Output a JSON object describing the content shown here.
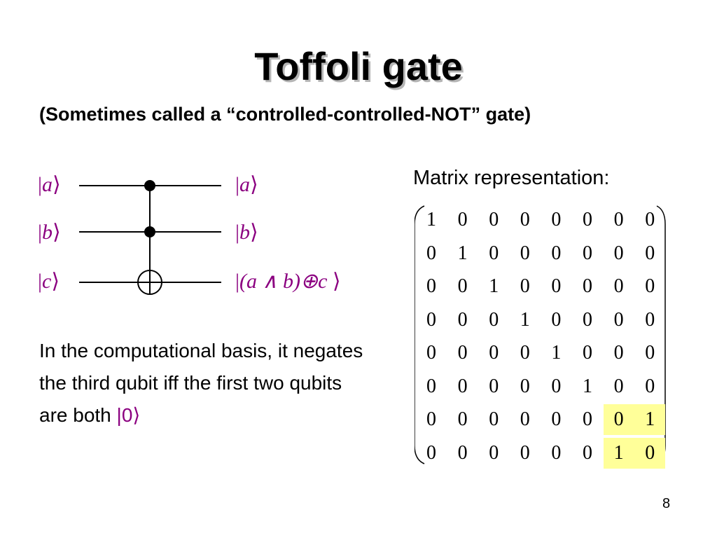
{
  "slide": {
    "title": "Toffoli gate",
    "subtitle": "(Sometimes called a “controlled-controlled-NOT” gate)",
    "page_number": "8"
  },
  "circuit": {
    "inputs": [
      "a",
      "b",
      "c"
    ],
    "outputs": [
      "a",
      "b",
      "(a ∧ b)⊕c"
    ]
  },
  "matrix": {
    "label": "Matrix representation:",
    "rows": [
      [
        "1",
        "0",
        "0",
        "0",
        "0",
        "0",
        "0",
        "0"
      ],
      [
        "0",
        "1",
        "0",
        "0",
        "0",
        "0",
        "0",
        "0"
      ],
      [
        "0",
        "0",
        "1",
        "0",
        "0",
        "0",
        "0",
        "0"
      ],
      [
        "0",
        "0",
        "0",
        "1",
        "0",
        "0",
        "0",
        "0"
      ],
      [
        "0",
        "0",
        "0",
        "0",
        "1",
        "0",
        "0",
        "0"
      ],
      [
        "0",
        "0",
        "0",
        "0",
        "0",
        "1",
        "0",
        "0"
      ],
      [
        "0",
        "0",
        "0",
        "0",
        "0",
        "0",
        "0",
        "1"
      ],
      [
        "0",
        "0",
        "0",
        "0",
        "0",
        "0",
        "1",
        "0"
      ]
    ],
    "highlight_color": "#ffff99"
  },
  "description": {
    "text": "In the computational basis, it negates the third qubit iff the first two qubits are both",
    "ket_value": "0"
  },
  "colors": {
    "ket": "#8b0080",
    "text": "#000000"
  }
}
